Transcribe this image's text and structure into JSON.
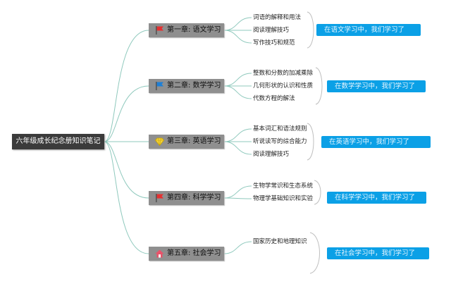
{
  "root": {
    "label": "六年级成长纪念册知识笔记"
  },
  "chapters": [
    {
      "label": "第一章: 语文学习",
      "icon": "red-flag-icon",
      "topics": [
        "词语的解释和用法",
        "阅读理解技巧",
        "写作技巧和规范"
      ],
      "note": "在语文学习中，我们学习了"
    },
    {
      "label": "第二章: 数学学习",
      "icon": "blue-flag-icon",
      "topics": [
        "整数和分数的加减乘除",
        "几何形状的认识和性质",
        "代数方程的解法"
      ],
      "note": "在数学学习中，我们学习了"
    },
    {
      "label": "第三章: 英语学习",
      "icon": "gem-icon",
      "topics": [
        "基本词汇和语法规则",
        "听说读写的综合能力",
        "阅读理解技巧"
      ],
      "note": "在英语学习中，我们学习了"
    },
    {
      "label": "第四章: 科学学习",
      "icon": "red-flag-icon",
      "topics": [
        "生物学常识和生态系统",
        "物理学基础知识和实验"
      ],
      "note": "在科学学习中，我们学习了"
    },
    {
      "label": "第五章: 社会学习",
      "icon": "house-icon",
      "topics": [
        "国家历史和地理知识"
      ],
      "note": "在社会学习中，我们学习了"
    }
  ],
  "colors": {
    "connector": "#8fc9bd",
    "note_fill": "#0ba0e6",
    "root_fill": "#3b3b3b",
    "chapter_fill": "#8f8f8f"
  }
}
